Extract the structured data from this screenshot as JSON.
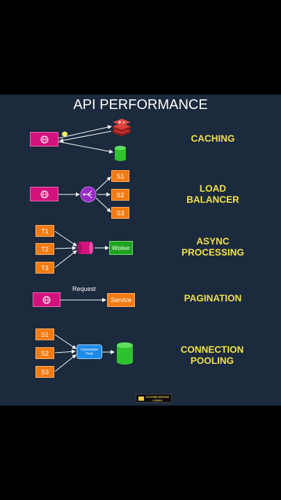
{
  "title": "API PERFORMANCE",
  "sections": {
    "caching": {
      "label": "CACHING"
    },
    "load_balancer": {
      "label_line1": "LOAD",
      "label_line2": "BALANCER",
      "servers": [
        "S1",
        "S2",
        "S3"
      ]
    },
    "async": {
      "label_line1": "ASYNC",
      "label_line2": "PROCESSING",
      "tasks": [
        "T1",
        "T2",
        "T3"
      ],
      "worker": "Worker"
    },
    "pagination": {
      "label": "PAGINATION",
      "request": "Request",
      "service": "Service"
    },
    "pooling": {
      "label_line1": "CONNECTION",
      "label_line2": "POOLING",
      "servers": [
        "S1",
        "S2",
        "S3"
      ],
      "pool_line1": "Connection",
      "pool_line2": "Pool"
    }
  },
  "logo": {
    "line1": "SYSTEM DESIGN",
    "line2": "CODEX"
  },
  "colors": {
    "background": "#1b2a3d",
    "label": "#f2e14b",
    "orange": "#f07b14",
    "magenta": "#d2127d",
    "green": "#1fa31f",
    "blue": "#1e8be8"
  }
}
